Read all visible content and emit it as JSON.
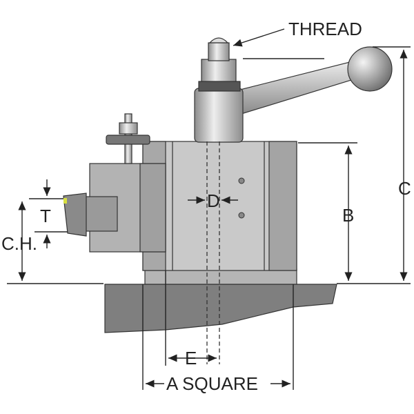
{
  "diagram": {
    "labels": {
      "thread": "THREAD",
      "c": "C",
      "b": "B",
      "d": "D",
      "t": "T",
      "ch": "C.H.",
      "e": "E",
      "a_square": "A SQUARE"
    },
    "colors": {
      "base": "#7f7f7f",
      "body": "#c9c9c9",
      "body_dark": "#9e9e9e",
      "line": "#222222"
    }
  }
}
